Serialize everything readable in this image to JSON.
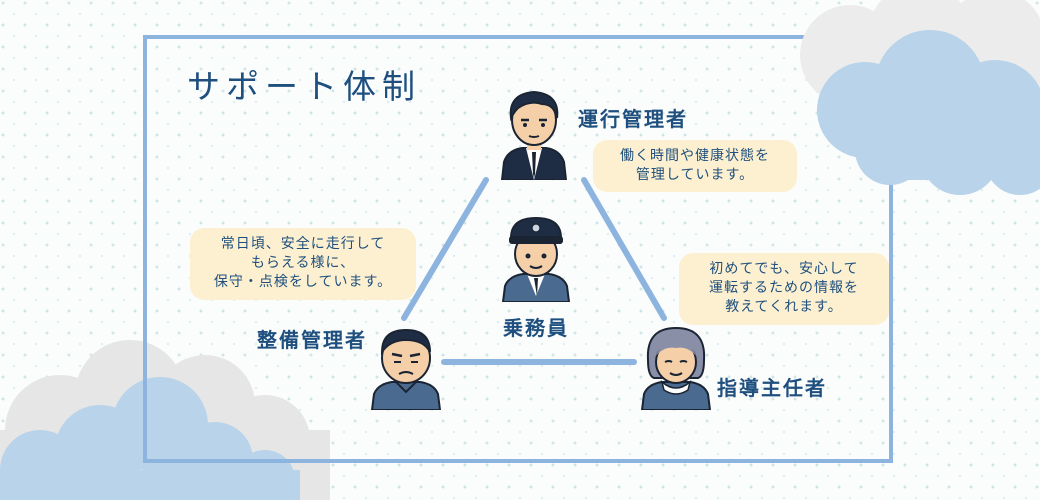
{
  "title": "サポート体制",
  "roles": {
    "operations_manager": "運行管理者",
    "maintenance_manager": "整備管理者",
    "driver": "乗務員",
    "guidance_chief": "指導主任者"
  },
  "bubbles": {
    "operations": [
      "働く時間や健康状態を",
      "管理しています。"
    ],
    "maintenance": [
      "常日頃、安全に走行して",
      "もらえる様に、",
      "保守・点検をしています。"
    ],
    "guidance": [
      "初めてでも、安心して",
      "運転するための情報を",
      "教えてくれます。"
    ]
  },
  "colors": {
    "frame": "#8db3df",
    "text": "#1e4f7e",
    "bubble": "#fdf0d0",
    "cloud_blue": "#b8d3ea",
    "cloud_grey": "#ececec"
  }
}
